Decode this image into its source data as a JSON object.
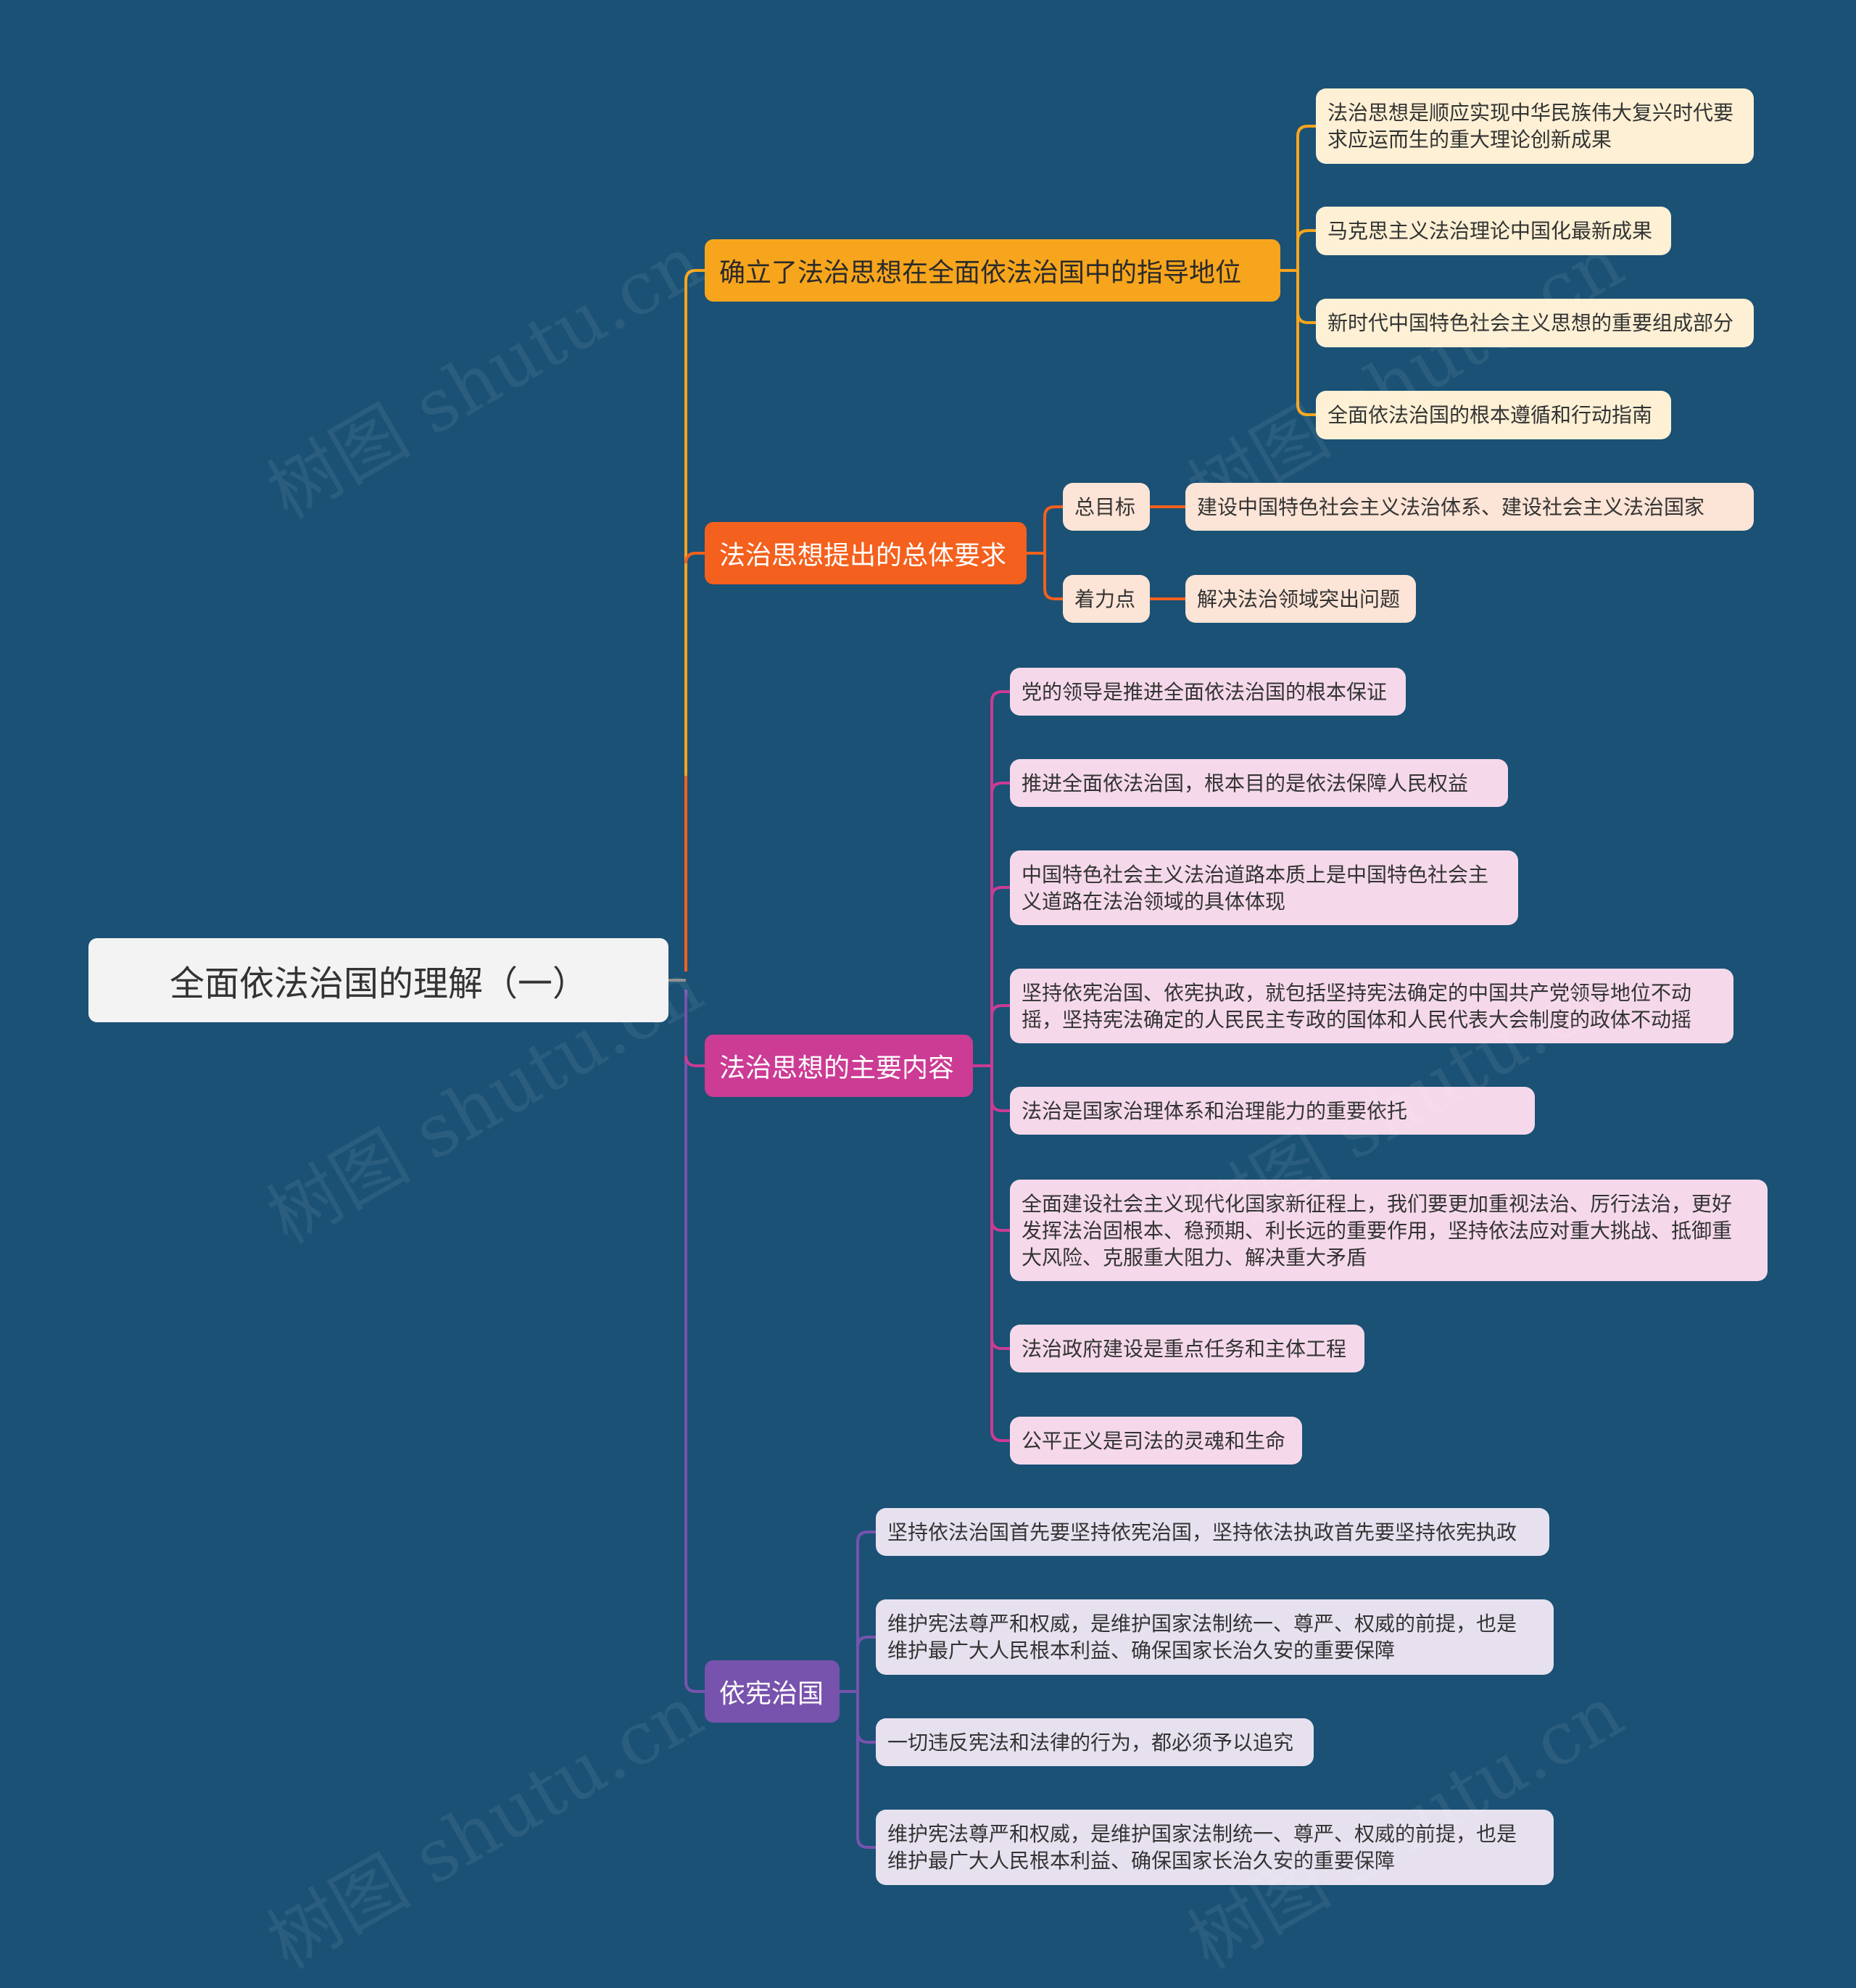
{
  "root": {
    "title": "全面依法治国的理解（一）"
  },
  "branches": [
    {
      "label": "确立了法治思想在全面依法治国中的指导地位",
      "color": "#f7a51c",
      "children": [
        "法治思想是顺应实现中华民族伟大复兴时代要\n求应运而生的重大理论创新成果",
        "马克思主义法治理论中国化最新成果",
        "新时代中国特色社会主义思想的重要组成部分",
        "全面依法治国的根本遵循和行动指南"
      ]
    },
    {
      "label": "法治思想提出的总体要求",
      "color": "#f4601d",
      "children": [
        {
          "label": "总目标",
          "child": "建设中国特色社会主义法治体系、建设社会主义法治国家"
        },
        {
          "label": "着力点",
          "child": "解决法治领域突出问题"
        }
      ]
    },
    {
      "label": "法治思想的主要内容",
      "color": "#cc3b94",
      "children": [
        "党的领导是推进全面依法治国的根本保证",
        "推进全面依法治国，根本目的是依法保障人民权益",
        "中国特色社会主义法治道路本质上是中国特色社会主\n义道路在法治领域的具体体现",
        "坚持依宪治国、依宪执政，就包括坚持宪法确定的中国共产党领导地位不动\n摇，坚持宪法确定的人民民主专政的国体和人民代表大会制度的政体不动摇",
        "法治是国家治理体系和治理能力的重要依托",
        "全面建设社会主义现代化国家新征程上，我们要更加重视法治、厉行法治，更好\n发挥法治固根本、稳预期、利长远的重要作用，坚持依法应对重大挑战、抵御重\n大风险、克服重大阻力、解决重大矛盾",
        "法治政府建设是重点任务和主体工程",
        "公平正义是司法的灵魂和生命"
      ]
    },
    {
      "label": "依宪治国",
      "color": "#7853ad",
      "children": [
        "坚持依法治国首先要坚持依宪治国，坚持依法执政首先要坚持依宪执政",
        "维护宪法尊严和权威，是维护国家法制统一、尊严、权威的前提，也是\n维护最广大人民根本利益、确保国家长治久安的重要保障",
        "一切违反宪法和法律的行为，都必须予以追究",
        "维护宪法尊严和权威，是维护国家法制统一、尊严、权威的前提，也是\n维护最广大人民根本利益、确保国家长治久安的重要保障"
      ]
    }
  ],
  "watermark": "树图 shutu.cn"
}
